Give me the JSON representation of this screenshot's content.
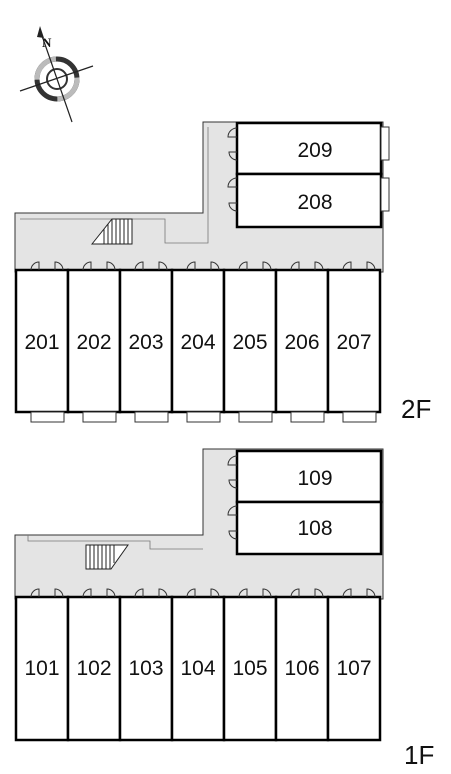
{
  "compass": {
    "icon": "compass-rose-icon",
    "label": "N"
  },
  "floors": [
    {
      "id": "2f",
      "label": "2F",
      "row_units": [
        "201",
        "202",
        "203",
        "204",
        "205",
        "206",
        "207"
      ],
      "wing_units": [
        "209",
        "208"
      ],
      "stair_icon": "staircase-icon"
    },
    {
      "id": "1f",
      "label": "1F",
      "row_units": [
        "101",
        "102",
        "103",
        "104",
        "105",
        "106",
        "107"
      ],
      "wing_units": [
        "109",
        "108"
      ],
      "stair_icon": "staircase-icon"
    }
  ],
  "colors": {
    "corridor": "#e4e4e4",
    "wall": "#000000",
    "unit_fill": "#ffffff",
    "thin_line": "#333333"
  }
}
